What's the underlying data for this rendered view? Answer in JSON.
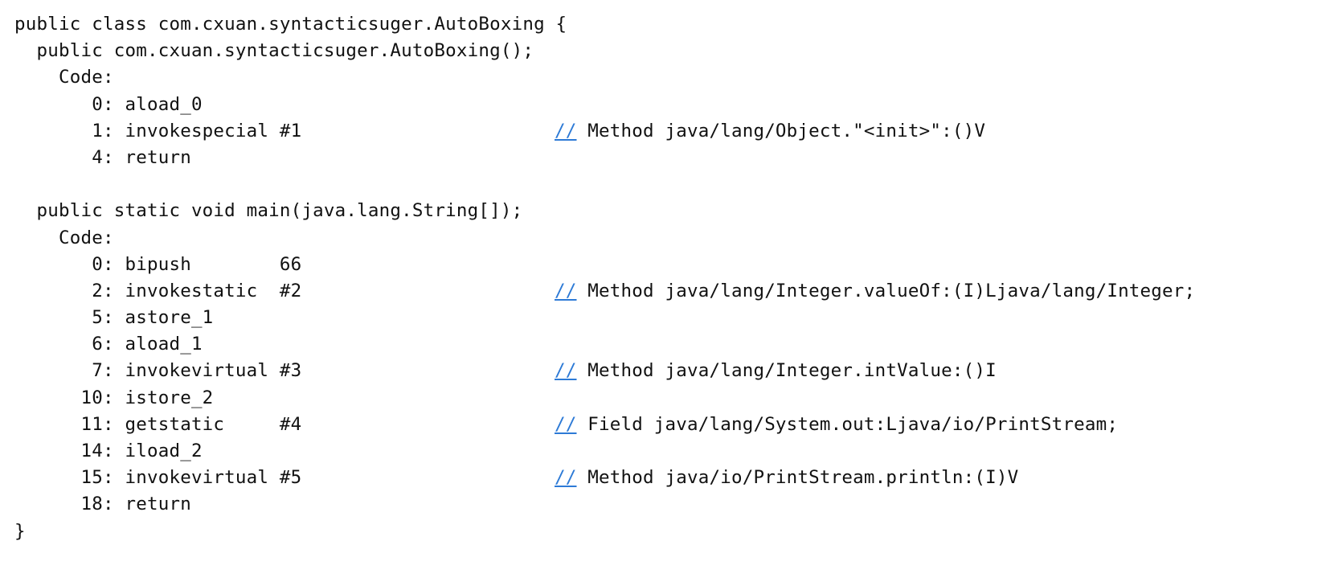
{
  "document": {
    "kind": "javap-bytecode-listing",
    "background_color": "#ffffff",
    "text_color": "#111111",
    "link_color": "#2d7ad6",
    "comment_marker": "//"
  },
  "lines": [
    {
      "text": "public class com.cxuan.syntacticsuger.AutoBoxing {",
      "comment": ""
    },
    {
      "text": "  public com.cxuan.syntacticsuger.AutoBoxing();",
      "comment": ""
    },
    {
      "text": "    Code:",
      "comment": ""
    },
    {
      "text": "       0: aload_0",
      "comment": ""
    },
    {
      "text": "       1: invokespecial #1",
      "comment": "Method java/lang/Object.\"<init>\":()V"
    },
    {
      "text": "       4: return",
      "comment": ""
    },
    {
      "text": "",
      "comment": ""
    },
    {
      "text": "  public static void main(java.lang.String[]);",
      "comment": ""
    },
    {
      "text": "    Code:",
      "comment": ""
    },
    {
      "text": "       0: bipush        66",
      "comment": ""
    },
    {
      "text": "       2: invokestatic  #2",
      "comment": "Method java/lang/Integer.valueOf:(I)Ljava/lang/Integer;"
    },
    {
      "text": "       5: astore_1",
      "comment": ""
    },
    {
      "text": "       6: aload_1",
      "comment": ""
    },
    {
      "text": "       7: invokevirtual #3",
      "comment": "Method java/lang/Integer.intValue:()I"
    },
    {
      "text": "      10: istore_2",
      "comment": ""
    },
    {
      "text": "      11: getstatic     #4",
      "comment": "Field java/lang/System.out:Ljava/io/PrintStream;"
    },
    {
      "text": "      14: iload_2",
      "comment": ""
    },
    {
      "text": "      15: invokevirtual #5",
      "comment": "Method java/io/PrintStream.println:(I)V"
    },
    {
      "text": "      18: return",
      "comment": ""
    },
    {
      "text": "}",
      "comment": ""
    }
  ]
}
